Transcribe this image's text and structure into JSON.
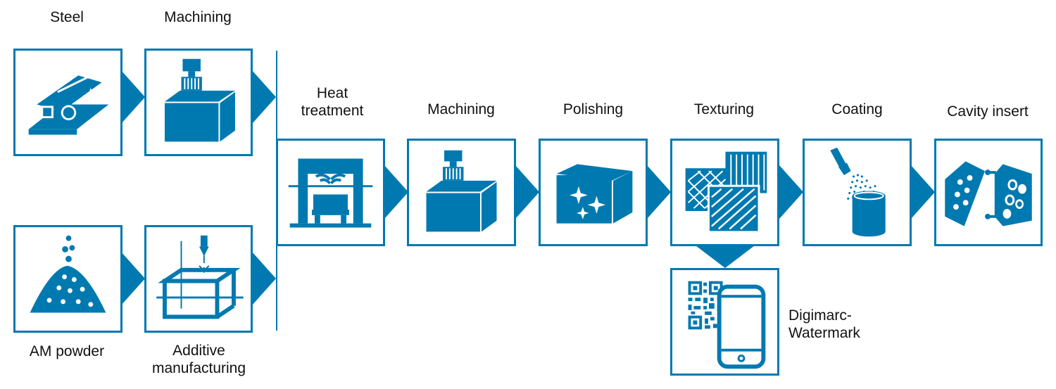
{
  "colors": {
    "accent": "#0079b0",
    "text": "#111111",
    "background": "#ffffff"
  },
  "labels": {
    "steel": "Steel",
    "machining_top": "Machining",
    "am_powder": "AM powder",
    "additive": "Additive\nmanufacturing",
    "heat": "Heat\ntreatment",
    "machining": "Machining",
    "polishing": "Polishing",
    "texturing": "Texturing",
    "coating": "Coating",
    "cavity": "Cavity insert",
    "digimarc": "Digimarc-\nWatermark"
  },
  "icons": {
    "steel": "steel-rolling-icon",
    "machining_top": "milling-machine-icon",
    "am_powder": "powder-pile-icon",
    "additive": "laser-printing-icon",
    "heat": "furnace-icon",
    "machining": "milling-machine-icon",
    "polishing": "sparkling-block-icon",
    "texturing": "texture-sheets-icon",
    "coating": "spray-coating-icon",
    "cavity": "mold-insert-icon",
    "digimarc": "qr-smartphone-icon"
  }
}
